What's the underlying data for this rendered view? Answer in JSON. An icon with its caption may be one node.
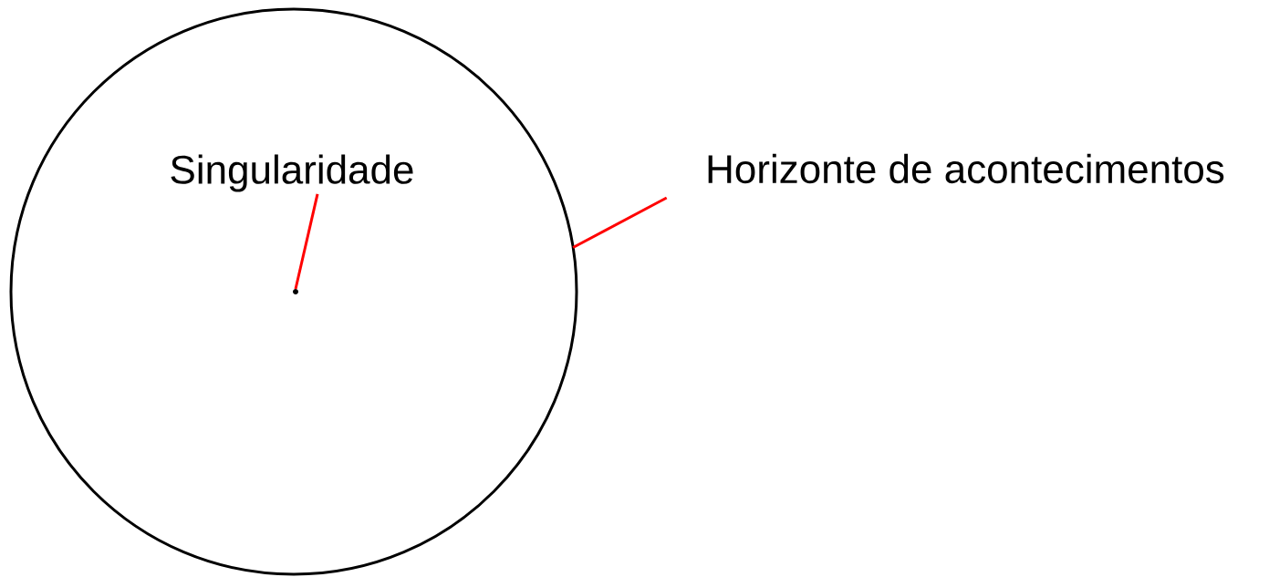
{
  "diagram": {
    "nodes": [
      {
        "text": [],
        "shape": "circle"
      },
      {
        "text": [
          "Singularidade"
        ],
        "in": 0
      },
      {
        "text": [],
        "shape": "dot",
        "in": 0
      },
      {
        "text": [
          "Horizonte de acontecimentos"
        ]
      }
    ],
    "edges": [
      {
        "from": 1,
        "to": 2,
        "arrow": "none"
      },
      {
        "from": 3,
        "to": 0,
        "arrow": "none"
      }
    ]
  }
}
